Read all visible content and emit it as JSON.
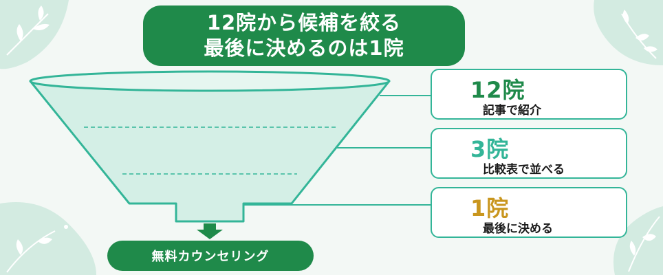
{
  "title": {
    "line1": "12院から候補を絞る",
    "line2": "最後に決めるのは1院"
  },
  "stages": [
    {
      "count": "12院",
      "desc": "記事で紹介",
      "color": "#1f8a4a"
    },
    {
      "count": "3院",
      "desc": "比較表で並べる",
      "color": "#33b598"
    },
    {
      "count": "1院",
      "desc": "最後に決める",
      "color": "#c9961e"
    }
  ],
  "cta": {
    "label": "無料カウンセリング"
  },
  "colors": {
    "primary": "#1f8a4a",
    "accent": "#33b598",
    "gold": "#c9961e",
    "funnel_fill": "#d4efe6",
    "decor": "#d3ebe1"
  }
}
